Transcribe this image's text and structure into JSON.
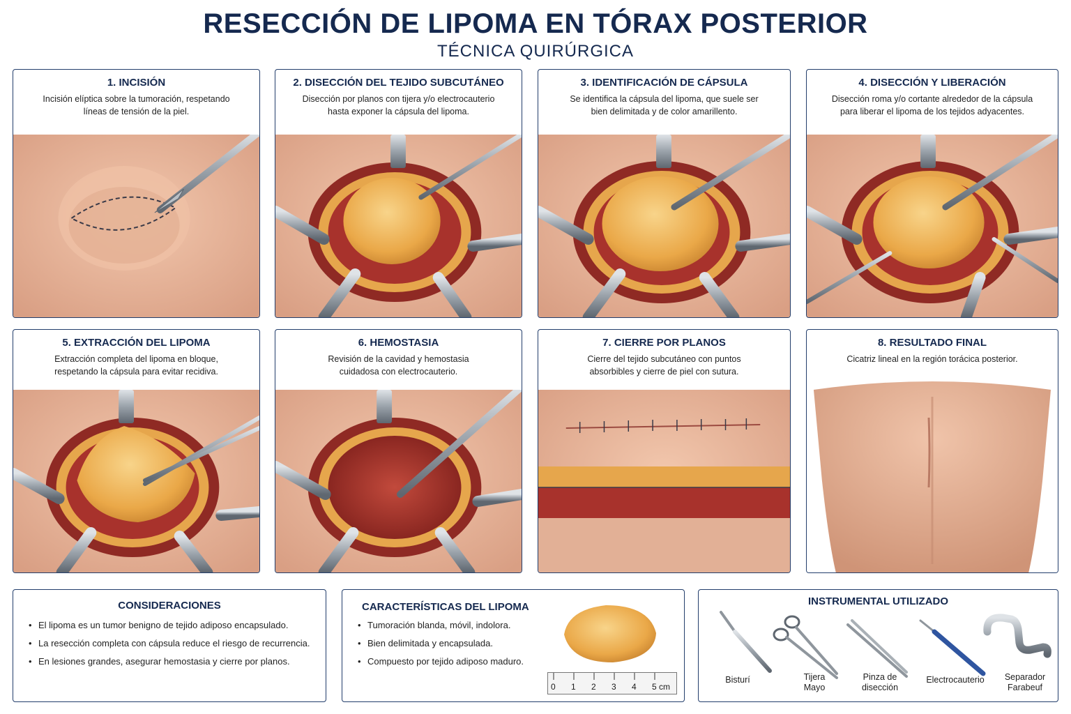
{
  "header": {
    "title": "RESECCIÓN DE LIPOMA EN TÓRAX POSTERIOR",
    "subtitle": "TÉCNICA QUIRÚRGICA"
  },
  "steps": [
    {
      "title": "1. INCISIÓN",
      "line1": "Incisión elíptica sobre la tumoración, respetando",
      "line2": "líneas de tensión de la piel."
    },
    {
      "title": "2. DISECCIÓN DEL TEJIDO SUBCUTÁNEO",
      "line1": "Disección por planos con tijera y/o electrocauterio",
      "line2": "hasta exponer la cápsula del lipoma."
    },
    {
      "title": "3. IDENTIFICACIÓN DE CÁPSULA",
      "line1": "Se identifica la cápsula del lipoma, que suele ser",
      "line2": "bien delimitada y de color amarillento."
    },
    {
      "title": "4. DISECCIÓN Y LIBERACIÓN",
      "line1": "Disección roma y/o cortante alrededor de la cápsula",
      "line2": "para liberar el lipoma de los tejidos adyacentes."
    },
    {
      "title": "5. EXTRACCIÓN DEL LIPOMA",
      "line1": "Extracción completa del lipoma en bloque,",
      "line2": "respetando la cápsula para evitar recidiva."
    },
    {
      "title": "6. HEMOSTASIA",
      "line1": "Revisión de la cavidad y hemostasia",
      "line2": "cuidadosa con electrocauterio."
    },
    {
      "title": "7. CIERRE POR PLANOS",
      "line1": "Cierre del tejido subcutáneo con puntos",
      "line2": "absorbibles y cierre de piel con sutura."
    },
    {
      "title": "8. RESULTADO FINAL",
      "line1": "Cicatriz lineal en la región torácica posterior.",
      "line2": ""
    }
  ],
  "considerations": {
    "title": "CONSIDERACIONES",
    "items": [
      "El lipoma es un tumor benigno de tejido adiposo encapsulado.",
      "La resección completa con cápsula reduce el riesgo de recurrencia.",
      "En lesiones grandes, asegurar hemostasia y cierre por planos."
    ]
  },
  "characteristics": {
    "title": "CARACTERÍSTICAS DEL LIPOMA",
    "items": [
      "Tumoración blanda, móvil, indolora.",
      "Bien delimitada y encapsulada.",
      "Compuesto por tejido adiposo maduro."
    ],
    "ruler": [
      "0",
      "1",
      "2",
      "3",
      "4",
      "5 cm"
    ]
  },
  "instruments": {
    "title": "INSTRUMENTAL UTILIZADO",
    "tools": [
      {
        "l1": "Bisturí",
        "l2": "",
        "icon": "scalpel-icon"
      },
      {
        "l1": "Tijera",
        "l2": "Mayo",
        "icon": "mayo-scissors-icon"
      },
      {
        "l1": "Pinza de",
        "l2": "disección",
        "icon": "forceps-icon"
      },
      {
        "l1": "Electrocauterio",
        "l2": "",
        "icon": "electrocautery-icon"
      },
      {
        "l1": "Separador",
        "l2": "Farabeuf",
        "icon": "farabeuf-retractor-icon"
      }
    ]
  },
  "colors": {
    "navy": "#15294f",
    "border": "#223d6b",
    "skin": "#e9b79c",
    "fat": "#e9a84a",
    "tissue": "#a8322c"
  }
}
